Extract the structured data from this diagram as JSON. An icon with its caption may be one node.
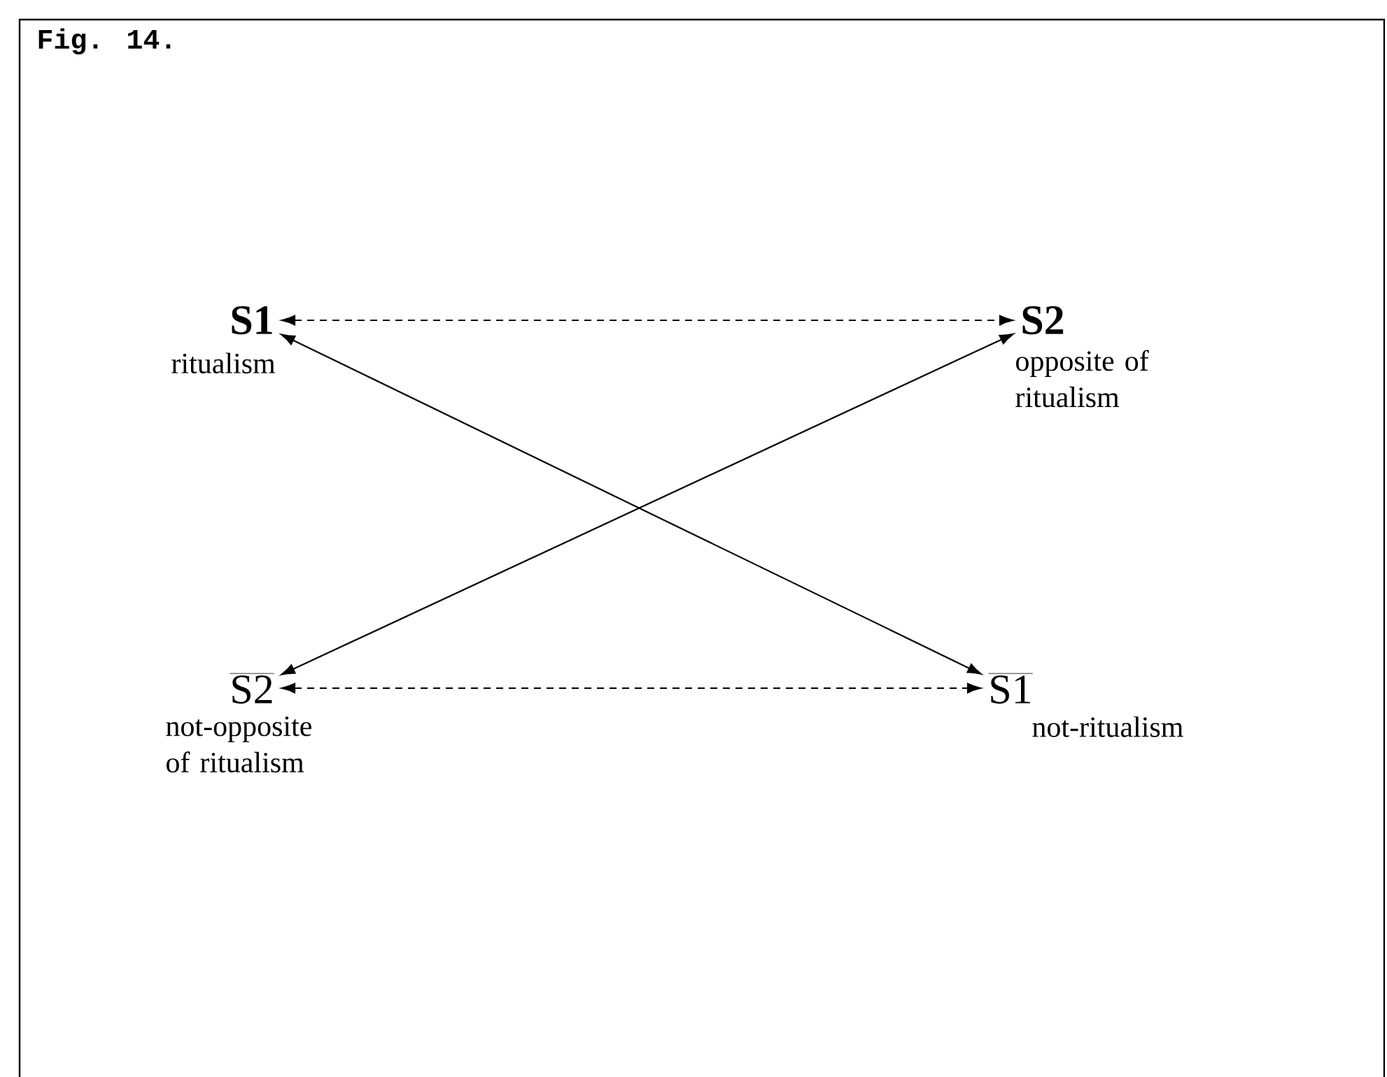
{
  "diagram": {
    "title": "Fig. 14.",
    "nodes": [
      {
        "text": [
          "S1"
        ],
        "beside": [
          "ritualism"
        ]
      },
      {
        "text": [
          "S2"
        ],
        "beside": [
          "opposite of ritualism"
        ]
      },
      {
        "text": [
          "\\overline{\\mathrm{S2}}"
        ],
        "beside": [
          "not-opposite of ritualism"
        ]
      },
      {
        "text": [
          "\\overline{\\mathrm{S1}}"
        ],
        "beside": [
          "not-ritualism"
        ]
      }
    ],
    "edges": [
      {
        "from": 0,
        "to": 1,
        "arrow": "both",
        "style": "dashed"
      },
      {
        "from": 0,
        "to": 3,
        "arrow": "both"
      },
      {
        "from": 1,
        "to": 2,
        "arrow": "both"
      },
      {
        "from": 2,
        "to": 3,
        "arrow": "both",
        "style": "dashed"
      }
    ]
  }
}
